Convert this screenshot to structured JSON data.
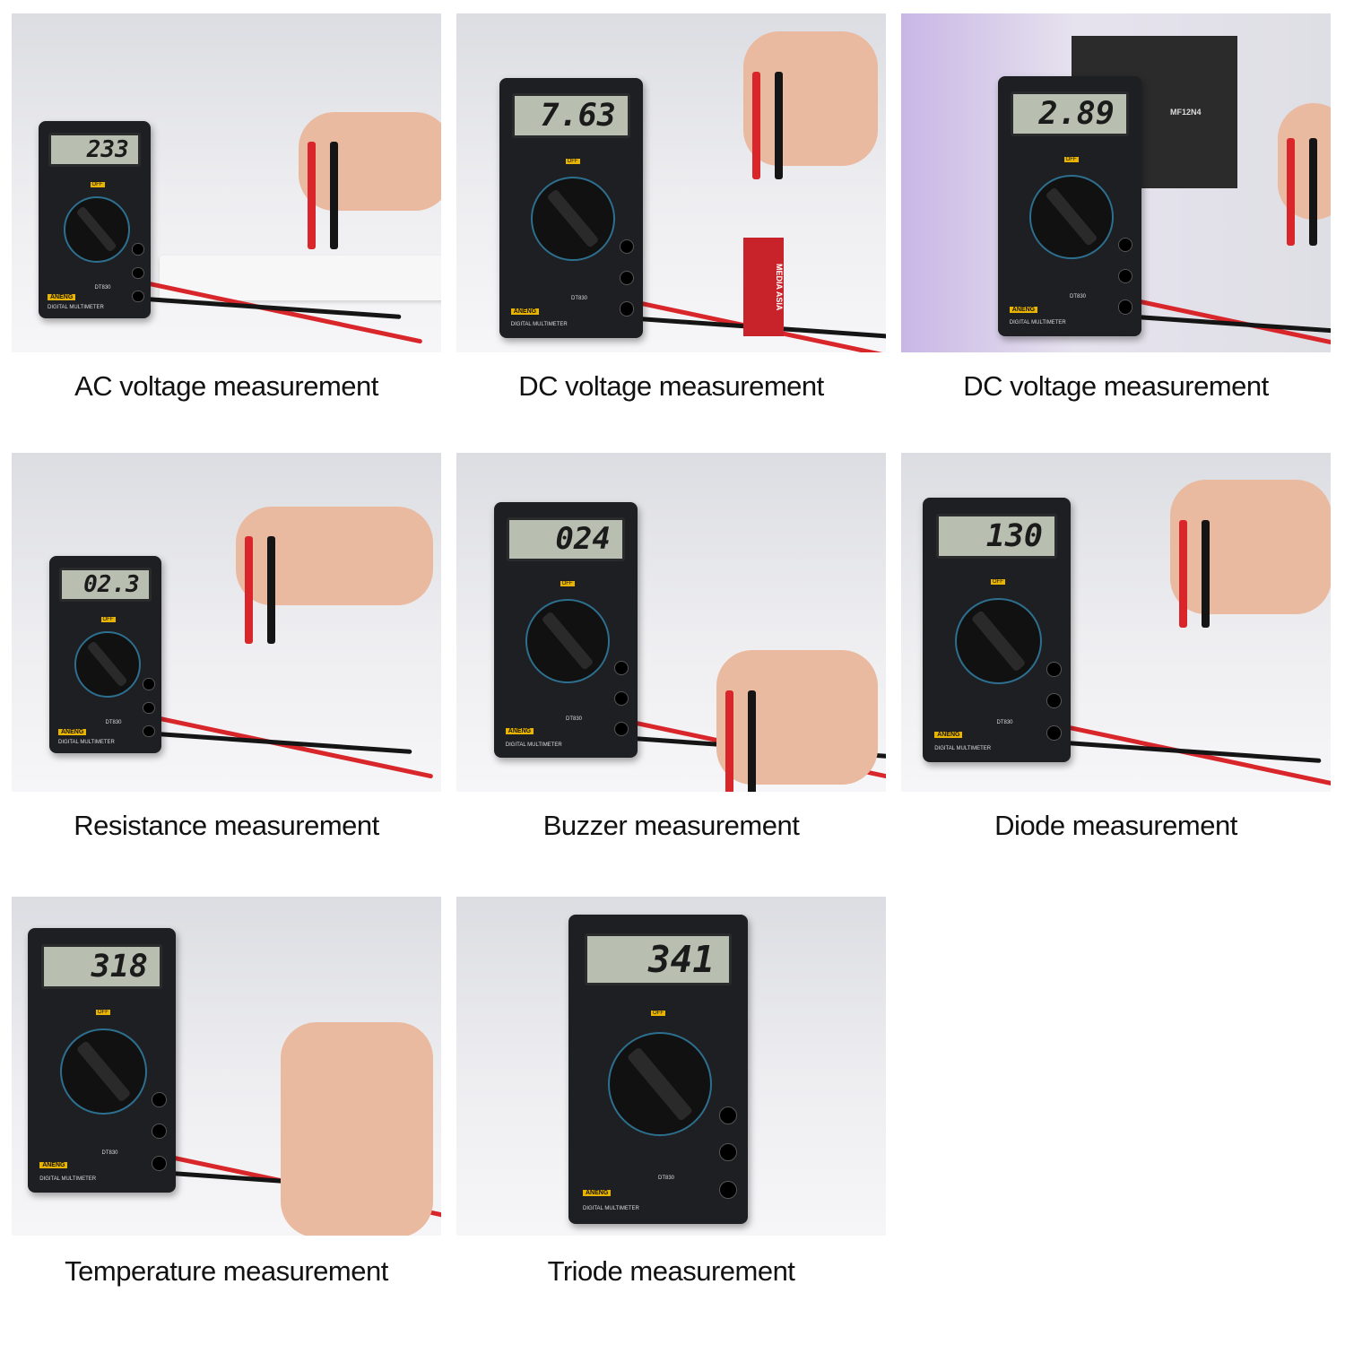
{
  "panels": [
    {
      "caption": "AC voltage measurement",
      "reading": "233",
      "brand": "ANENG",
      "model": "DT830",
      "subtitle": "DIGITAL MULTIMETER",
      "switch_label": "OFF"
    },
    {
      "caption": "DC voltage measurement",
      "reading": "7.63",
      "brand": "ANENG",
      "model": "DT830",
      "subtitle": "DIGITAL MULTIMETER",
      "switch_label": "OFF",
      "prop_label": "MEDIA ASIA"
    },
    {
      "caption": "DC voltage measurement",
      "reading": "2.89",
      "brand": "ANENG",
      "model": "DT830",
      "subtitle": "DIGITAL MULTIMETER",
      "switch_label": "OFF",
      "prop_label": "MF12N4"
    },
    {
      "caption": "Resistance measurement",
      "reading": "02.3",
      "brand": "ANENG",
      "model": "DT830",
      "subtitle": "DIGITAL MULTIMETER",
      "switch_label": "OFF"
    },
    {
      "caption": "Buzzer measurement",
      "reading": "024",
      "brand": "ANENG",
      "model": "DT830",
      "subtitle": "DIGITAL MULTIMETER",
      "switch_label": "OFF"
    },
    {
      "caption": "Diode measurement",
      "reading": "130",
      "brand": "ANENG",
      "model": "DT830",
      "subtitle": "DIGITAL MULTIMETER",
      "switch_label": "OFF"
    },
    {
      "caption": "Temperature measurement",
      "reading": "318",
      "brand": "ANENG",
      "model": "DT830",
      "subtitle": "DIGITAL MULTIMETER",
      "switch_label": "OFF"
    },
    {
      "caption": "Triode measurement",
      "reading": "341",
      "brand": "ANENG",
      "model": "DT830",
      "subtitle": "DIGITAL MULTIMETER",
      "switch_label": "OFF"
    }
  ],
  "colors": {
    "lead_red": "#d8262b",
    "lead_black": "#151515",
    "brand_yellow": "#e8b400",
    "lcd": "#b9bfb0"
  }
}
